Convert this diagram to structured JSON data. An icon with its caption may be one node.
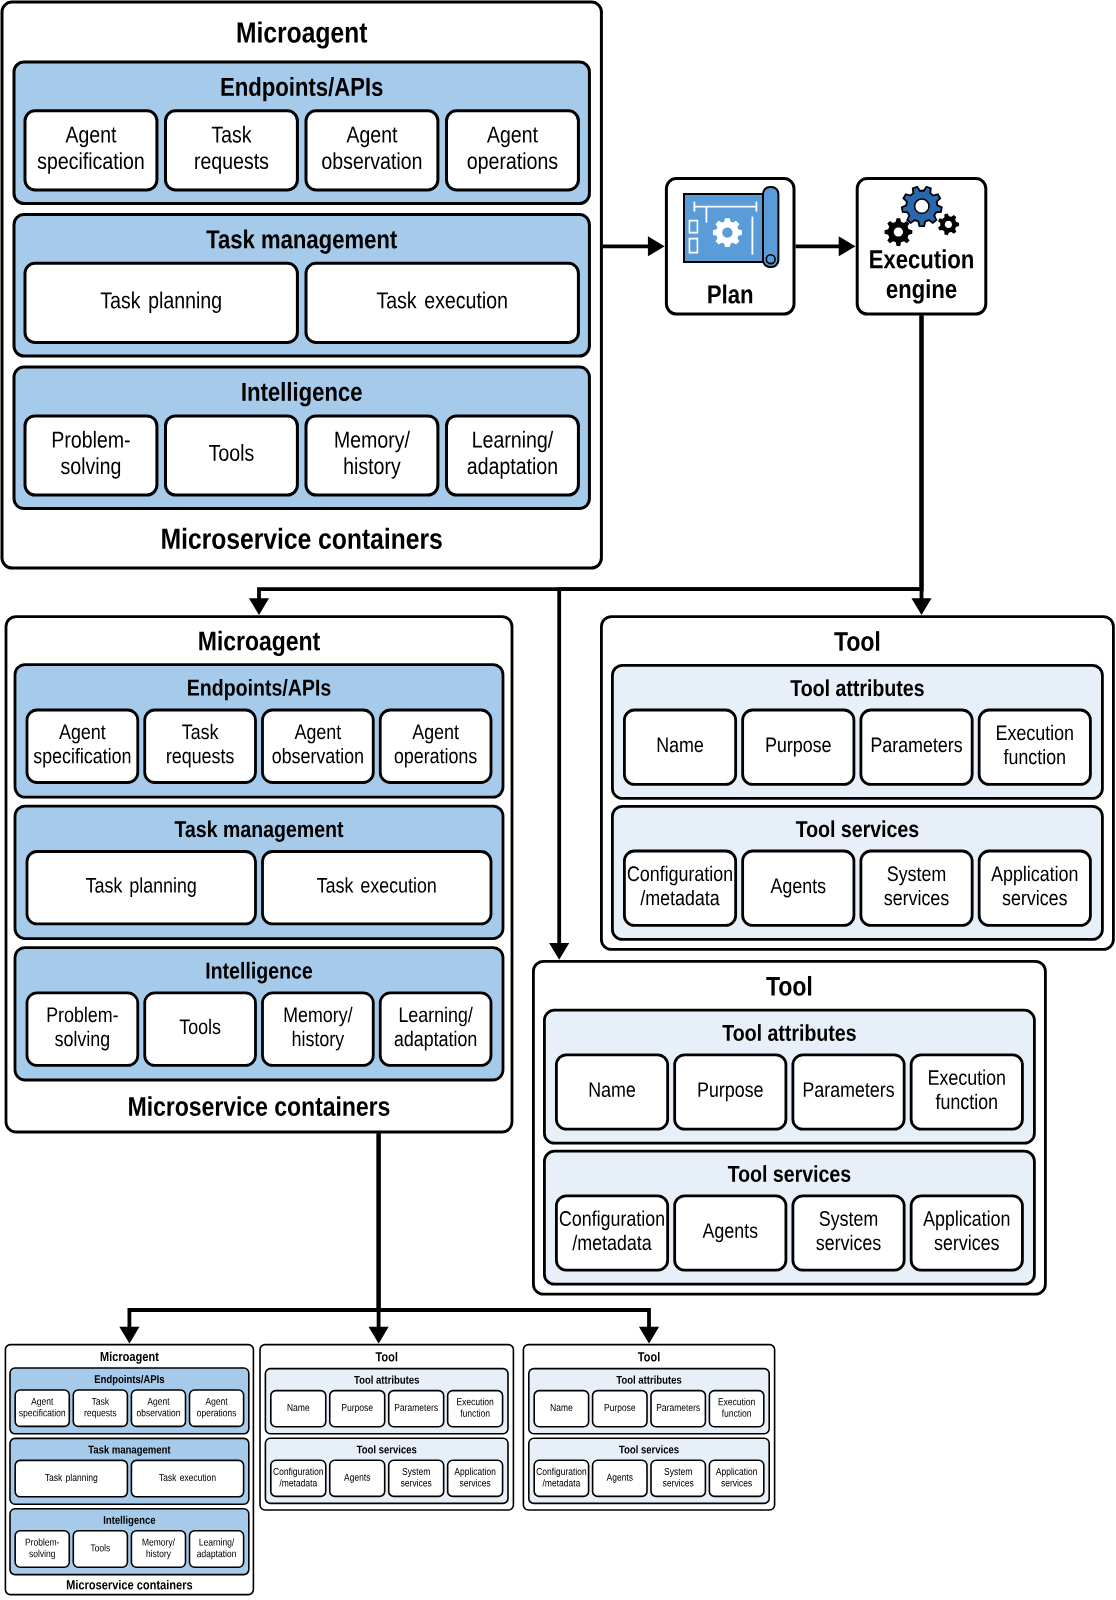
{
  "diagram": {
    "nodes": [
      {
        "text": [
          "Microagent",
          "Microservice containers"
        ]
      },
      {
        "text": [
          "Endpoints/APIs"
        ],
        "in": 0
      },
      {
        "text": [
          "Agent specification"
        ],
        "in": 1
      },
      {
        "text": [
          "Task requests"
        ],
        "in": 1
      },
      {
        "text": [
          "Agent observation"
        ],
        "in": 1
      },
      {
        "text": [
          "Agent operations"
        ],
        "in": 1
      },
      {
        "text": [
          "Task management"
        ],
        "in": 0
      },
      {
        "text": [
          "Task planning"
        ],
        "in": 6
      },
      {
        "text": [
          "Task execution"
        ],
        "in": 6
      },
      {
        "text": [
          "Intelligence"
        ],
        "in": 0
      },
      {
        "text": [
          "Problem- solving"
        ],
        "in": 9
      },
      {
        "text": [
          "Tools"
        ],
        "in": 9
      },
      {
        "text": [
          "Memory/ history"
        ],
        "in": 9
      },
      {
        "text": [
          "Learning/ adaptation"
        ],
        "in": 9
      },
      {
        "text": [
          "Plan"
        ]
      },
      {
        "text": [
          "Execution engine"
        ]
      },
      {
        "text": [
          "Microagent",
          "Microservice containers"
        ]
      },
      {
        "text": [
          "Endpoints/APIs"
        ],
        "in": 16
      },
      {
        "text": [
          "Agent specification"
        ],
        "in": 17
      },
      {
        "text": [
          "Task requests"
        ],
        "in": 17
      },
      {
        "text": [
          "Agent observation"
        ],
        "in": 17
      },
      {
        "text": [
          "Agent operations"
        ],
        "in": 17
      },
      {
        "text": [
          "Task management"
        ],
        "in": 16
      },
      {
        "text": [
          "Task planning"
        ],
        "in": 22
      },
      {
        "text": [
          "Task execution"
        ],
        "in": 22
      },
      {
        "text": [
          "Intelligence"
        ],
        "in": 16
      },
      {
        "text": [
          "Problem- solving"
        ],
        "in": 25
      },
      {
        "text": [
          "Tools"
        ],
        "in": 25
      },
      {
        "text": [
          "Memory/ history"
        ],
        "in": 25
      },
      {
        "text": [
          "Learning/ adaptation"
        ],
        "in": 25
      },
      {
        "text": [
          "Tool"
        ]
      },
      {
        "text": [
          "Tool attributes"
        ],
        "in": 30
      },
      {
        "text": [
          "Name"
        ],
        "in": 31
      },
      {
        "text": [
          "Purpose"
        ],
        "in": 31
      },
      {
        "text": [
          "Parameters"
        ],
        "in": 31
      },
      {
        "text": [
          "Execution function"
        ],
        "in": 31
      },
      {
        "text": [
          "Tool services"
        ],
        "in": 30
      },
      {
        "text": [
          "Configuration /metadata"
        ],
        "in": 36
      },
      {
        "text": [
          "Agents"
        ],
        "in": 36
      },
      {
        "text": [
          "System services"
        ],
        "in": 36
      },
      {
        "text": [
          "Application services"
        ],
        "in": 36
      },
      {
        "text": [
          "Tool"
        ]
      },
      {
        "text": [
          "Tool attributes"
        ],
        "in": 41
      },
      {
        "text": [
          "Name"
        ],
        "in": 42
      },
      {
        "text": [
          "Purpose"
        ],
        "in": 42
      },
      {
        "text": [
          "Parameters"
        ],
        "in": 42
      },
      {
        "text": [
          "Execution function"
        ],
        "in": 42
      },
      {
        "text": [
          "Tool services"
        ],
        "in": 41
      },
      {
        "text": [
          "Configuration /metadata"
        ],
        "in": 47
      },
      {
        "text": [
          "Agents"
        ],
        "in": 47
      },
      {
        "text": [
          "System services"
        ],
        "in": 47
      },
      {
        "text": [
          "Application services"
        ],
        "in": 47
      },
      {
        "text": [
          "Microagent",
          "Microservice containers"
        ]
      },
      {
        "text": [
          "Endpoints/APIs"
        ],
        "in": 52
      },
      {
        "text": [
          "Agent specification"
        ],
        "in": 53
      },
      {
        "text": [
          "Task requests"
        ],
        "in": 53
      },
      {
        "text": [
          "Agent observation"
        ],
        "in": 53
      },
      {
        "text": [
          "Agent operations"
        ],
        "in": 53
      },
      {
        "text": [
          "Task management"
        ],
        "in": 52
      },
      {
        "text": [
          "Task planning"
        ],
        "in": 58
      },
      {
        "text": [
          "Task execution"
        ],
        "in": 58
      },
      {
        "text": [
          "Intelligence"
        ],
        "in": 52
      },
      {
        "text": [
          "Problem- solving"
        ],
        "in": 61
      },
      {
        "text": [
          "Tools"
        ],
        "in": 61
      },
      {
        "text": [
          "Memory/ history"
        ],
        "in": 61
      },
      {
        "text": [
          "Learning/ adaptation"
        ],
        "in": 61
      },
      {
        "text": [
          "Tool"
        ]
      },
      {
        "text": [
          "Tool attributes"
        ],
        "in": 66
      },
      {
        "text": [
          "Name"
        ],
        "in": 67
      },
      {
        "text": [
          "Purpose"
        ],
        "in": 67
      },
      {
        "text": [
          "Parameters"
        ],
        "in": 67
      },
      {
        "text": [
          "Execution function"
        ],
        "in": 67
      },
      {
        "text": [
          "Tool services"
        ],
        "in": 66
      },
      {
        "text": [
          "Configuration /metadata"
        ],
        "in": 72
      },
      {
        "text": [
          "Agents"
        ],
        "in": 72
      },
      {
        "text": [
          "System services"
        ],
        "in": 72
      },
      {
        "text": [
          "Application services"
        ],
        "in": 72
      },
      {
        "text": [
          "Tool"
        ]
      },
      {
        "text": [
          "Tool attributes"
        ],
        "in": 77
      },
      {
        "text": [
          "Name"
        ],
        "in": 78
      },
      {
        "text": [
          "Purpose"
        ],
        "in": 78
      },
      {
        "text": [
          "Parameters"
        ],
        "in": 78
      },
      {
        "text": [
          "Execution function"
        ],
        "in": 78
      },
      {
        "text": [
          "Tool services"
        ],
        "in": 77
      },
      {
        "text": [
          "Configuration /metadata"
        ],
        "in": 83
      },
      {
        "text": [
          "Agents"
        ],
        "in": 83
      },
      {
        "text": [
          "System services"
        ],
        "in": 83
      },
      {
        "text": [
          "Application services"
        ],
        "in": 83
      }
    ],
    "edges": [
      {
        "from": 0,
        "to": 14,
        "arrow": "to"
      },
      {
        "from": 14,
        "to": 15,
        "arrow": "to"
      },
      {
        "from": 15,
        "to": 16,
        "arrow": "to"
      },
      {
        "from": 15,
        "to": 30,
        "arrow": "to"
      },
      {
        "from": 15,
        "to": 41,
        "arrow": "to"
      },
      {
        "from": 16,
        "to": 52,
        "arrow": "to"
      },
      {
        "from": 16,
        "to": 66,
        "arrow": "to"
      },
      {
        "from": 16,
        "to": 77,
        "arrow": "to"
      }
    ]
  }
}
